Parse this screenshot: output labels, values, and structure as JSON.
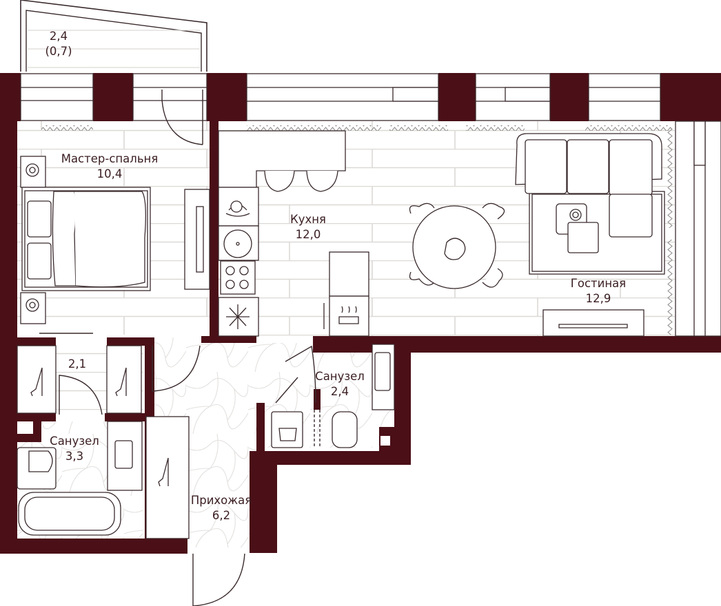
{
  "plan": {
    "title": "Apartment floor plan",
    "colors": {
      "wall": "#4a0f17",
      "line": "#3a2a2c",
      "floor_line": "#d9d6d3",
      "text": "#3a1e22",
      "background": "#ffffff"
    },
    "rooms": [
      {
        "id": "balcony",
        "name": "",
        "area": "2,4",
        "note": "(0,7)"
      },
      {
        "id": "master-bedroom",
        "name": "Мастер-спальня",
        "area": "10,4"
      },
      {
        "id": "kitchen",
        "name": "Кухня",
        "area": "12,0"
      },
      {
        "id": "living-room",
        "name": "Гостиная",
        "area": "12,9"
      },
      {
        "id": "wardrobe",
        "name": "",
        "area": "2,1"
      },
      {
        "id": "bathroom-1",
        "name": "Санузел",
        "area": "3,3"
      },
      {
        "id": "bathroom-2",
        "name": "Санузел",
        "area": "2,4"
      },
      {
        "id": "hallway",
        "name": "Прихожая",
        "area": "6,2"
      }
    ],
    "furniture": [
      "double-bed",
      "nightstand-left-top",
      "nightstand-left-bottom",
      "tv-console-bedroom",
      "kitchen-island",
      "bar-stools",
      "dishwasher",
      "sink",
      "cooktop",
      "freezer",
      "fridge-oven-column",
      "round-dining-table",
      "dining-chairs",
      "corner-sofa",
      "coffee-table",
      "rug",
      "tv-console-living",
      "wardrobe-closets",
      "toilet",
      "bathtub",
      "washbasin",
      "washing-machine",
      "hallway-closet"
    ]
  }
}
